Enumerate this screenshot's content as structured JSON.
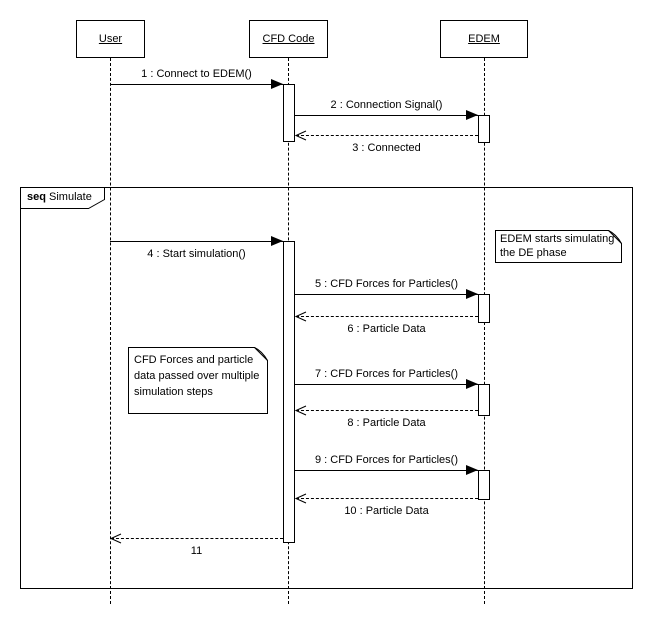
{
  "diagram_type": "uml-sequence-diagram",
  "actors": [
    {
      "name": "User"
    },
    {
      "name": "CFD Code"
    },
    {
      "name": "EDEM"
    }
  ],
  "fragment": {
    "operator": "seq",
    "label": "Simulate"
  },
  "messages": [
    {
      "label": "1 : Connect to EDEM()",
      "from": "User",
      "to": "CFD Code",
      "type": "call"
    },
    {
      "label": "2 : Connection Signal()",
      "from": "CFD Code",
      "to": "EDEM",
      "type": "call"
    },
    {
      "label": "3 : Connected",
      "from": "EDEM",
      "to": "CFD Code",
      "type": "return"
    },
    {
      "label": "4 : Start simulation()",
      "from": "User",
      "to": "CFD Code",
      "type": "call"
    },
    {
      "label": "5 : CFD Forces for Particles()",
      "from": "CFD Code",
      "to": "EDEM",
      "type": "call"
    },
    {
      "label": "6 : Particle Data",
      "from": "EDEM",
      "to": "CFD Code",
      "type": "return"
    },
    {
      "label": "7 : CFD Forces for Particles()",
      "from": "CFD Code",
      "to": "EDEM",
      "type": "call"
    },
    {
      "label": "8 : Particle Data",
      "from": "EDEM",
      "to": "CFD Code",
      "type": "return"
    },
    {
      "label": "9 : CFD Forces for Particles()",
      "from": "CFD Code",
      "to": "EDEM",
      "type": "call"
    },
    {
      "label": "10 : Particle Data",
      "from": "EDEM",
      "to": "CFD Code",
      "type": "return"
    },
    {
      "label": "11",
      "from": "CFD Code",
      "to": "User",
      "type": "return"
    }
  ],
  "notes": [
    {
      "text": "EDEM starts simulating the DE phase",
      "lines": [
        "EDEM starts simulating",
        "the DE phase"
      ]
    },
    {
      "text": "CFD Forces and particle data passed over multiple simulation steps",
      "lines": [
        "CFD Forces and particle",
        "data passed over multiple",
        "simulation steps"
      ]
    }
  ],
  "colors": {
    "stroke": "#000000",
    "fill": "#ffffff",
    "background": "#ffffff"
  }
}
